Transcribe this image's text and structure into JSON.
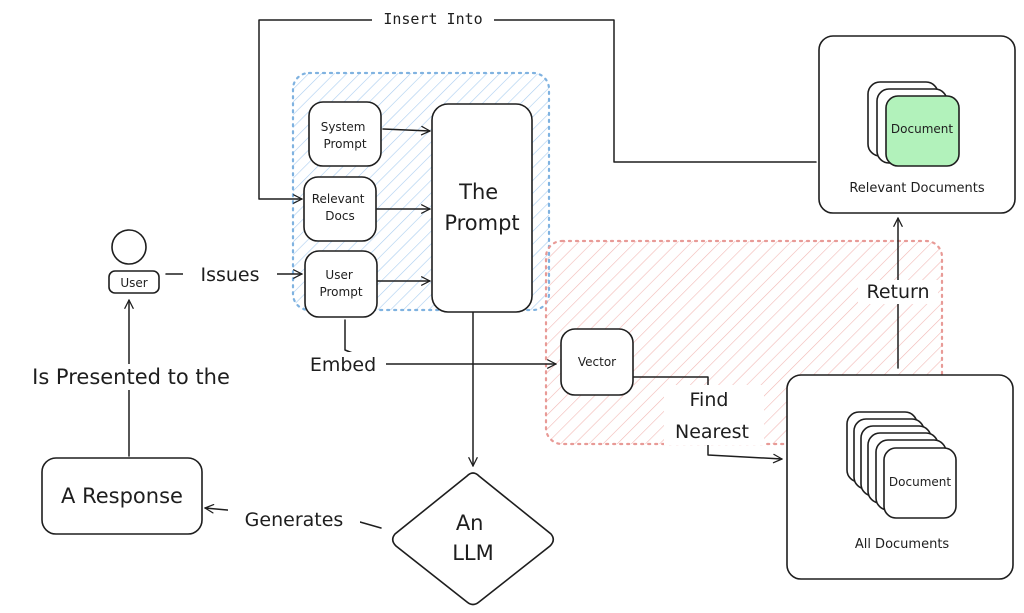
{
  "colors": {
    "prompt_group_stroke": "#7fb2e0",
    "prompt_group_hatch": "#a9cdf0",
    "search_group_stroke": "#e89a96",
    "search_group_hatch": "#f2b9b5",
    "highlight_document_fill": "#b2f2bb",
    "ink": "#1e1e1e"
  },
  "nodes": {
    "user": "User",
    "system_prompt": [
      "System",
      "Prompt"
    ],
    "relevant_docs": [
      "Relevant",
      "Docs"
    ],
    "user_prompt": [
      "User",
      "Prompt"
    ],
    "the_prompt": [
      "The",
      "Prompt"
    ],
    "vector": "Vector",
    "llm": [
      "An",
      "LLM"
    ],
    "response": "A Response",
    "relevant_documents": {
      "document": "Document",
      "caption": "Relevant Documents"
    },
    "all_documents": {
      "document": "Document",
      "caption": "All Documents"
    }
  },
  "edges": {
    "insert_into": "Insert Into",
    "issues": "Issues",
    "embed": "Embed",
    "find_nearest": [
      "Find",
      "Nearest"
    ],
    "return": "Return",
    "generates": "Generates",
    "presented": "Is Presented to the"
  }
}
